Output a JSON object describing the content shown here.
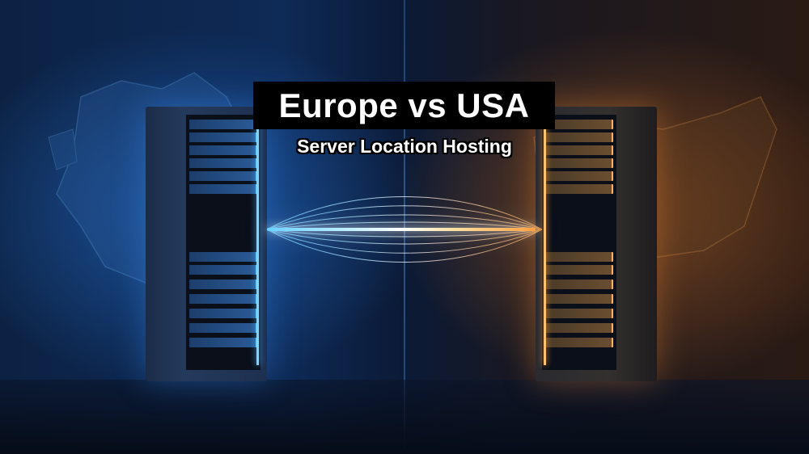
{
  "banner": {
    "title": "Europe vs USA",
    "subtitle": "Server Location Hosting"
  },
  "scene": {
    "left_region": "Europe",
    "right_region": "USA",
    "left_accent": "#4ab8ff",
    "right_accent": "#ff9a30",
    "background": "#0a1428"
  }
}
